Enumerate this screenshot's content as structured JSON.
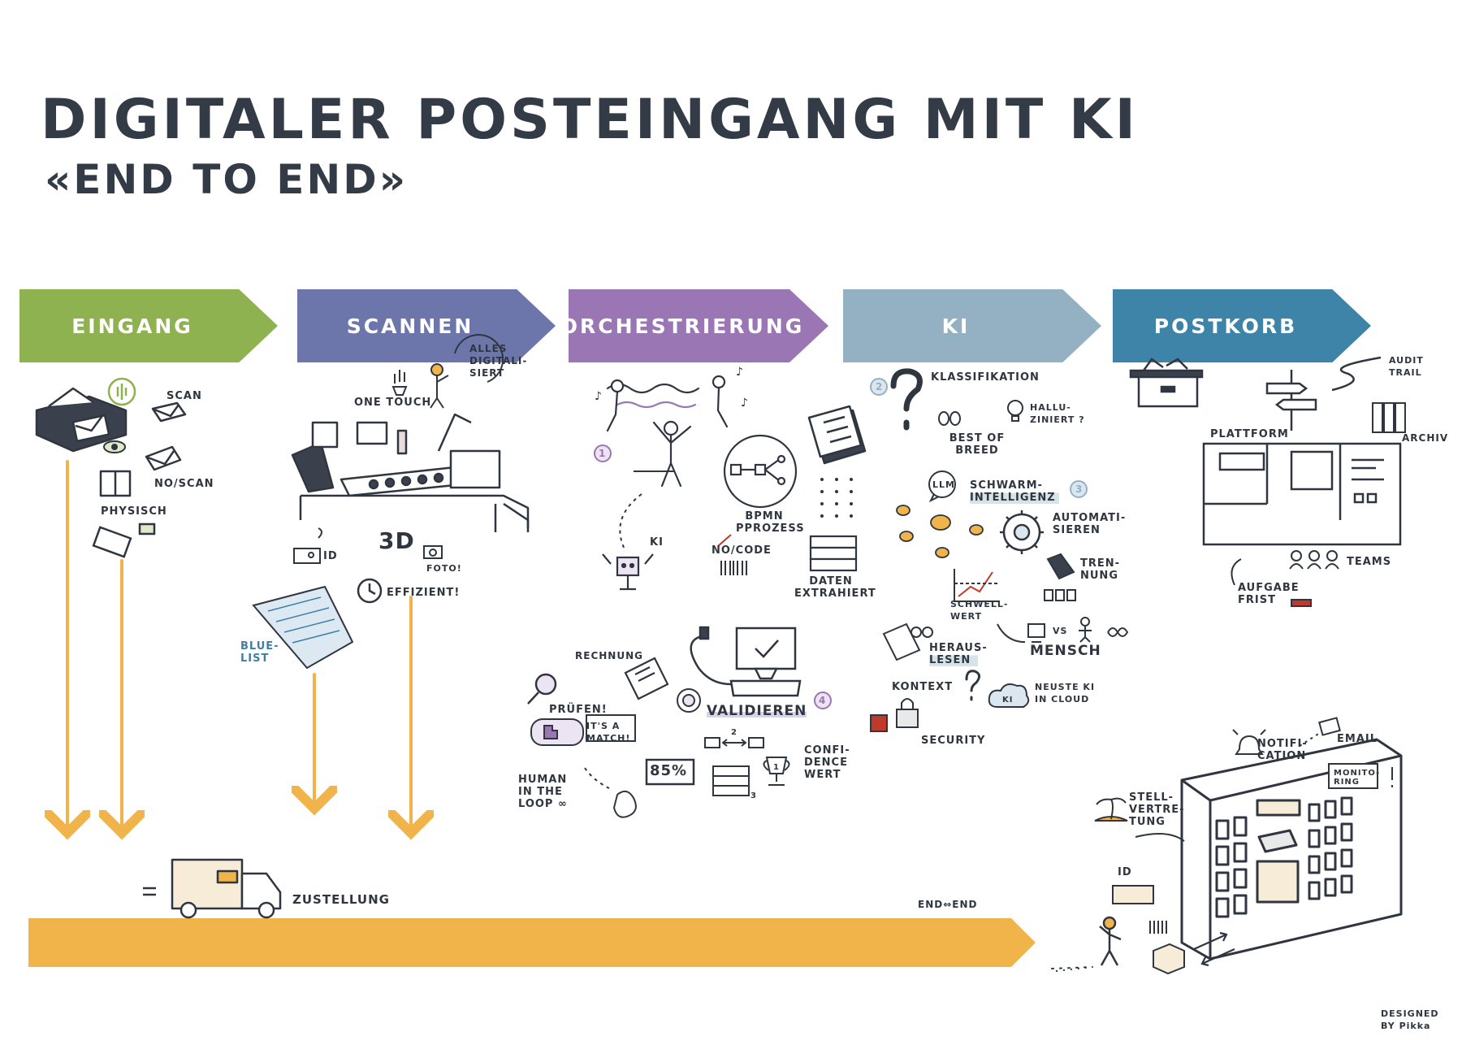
{
  "title": "DIGITALER POSTEINGANG MIT KI",
  "subtitle": "«END TO END»",
  "stages": [
    {
      "label": "EINGANG",
      "color": "#8fb250"
    },
    {
      "label": "SCANNEN",
      "color": "#6d76ab"
    },
    {
      "label": "ORCHESTRIERUNG",
      "color": "#9a76b4"
    },
    {
      "label": "KI",
      "color": "#94b1c4"
    },
    {
      "label": "POSTKORB",
      "color": "#3e84a8"
    }
  ],
  "eingang": {
    "scan": "SCAN",
    "no_scan": "NO/SCAN",
    "physisch": "PHYSISCH"
  },
  "scannen": {
    "one_touch": "ONE TOUCH",
    "alles_digitalisiert": "ALLES DIGITALI-SIERT",
    "id": "ID",
    "three_d": "3D",
    "foto": "FOTO!",
    "effizient": "EFFIZIENT!",
    "blue_list": "BLUE-LIST"
  },
  "orchestrierung": {
    "step1": "1",
    "ki": "KI",
    "bpmn": "BPMN PPROZESS",
    "no_code": "NO/CODE",
    "daten_extrahiert": "DATEN EXTRAHIERT",
    "rechnung": "RECHNUNG",
    "pruefen": "PRÜFEN!",
    "its_a_match": "IT'S A MATCH!",
    "validieren": "VALIDIEREN",
    "step4": "4",
    "confidence": "CONFI-DENCE WERT",
    "percent": "85%",
    "human_loop": "HUMAN IN THE LOOP ∞",
    "n1": "1",
    "n2": "2",
    "n3": "3"
  },
  "ki": {
    "step2": "2",
    "klassifikation": "KLASSIFIKATION",
    "best_of_breed": "BEST OF BREED",
    "halluziniert": "HALLU-ZINIERT ?",
    "llm": "LLM",
    "schwarm": "SCHWARM-INTELLIGENZ",
    "step3": "3",
    "automatisieren": "AUTOMATI-SIEREN",
    "trennung": "TREN-NUNG",
    "schwellwert": "SCHWELL-WERT",
    "vs": "VS",
    "mensch": "MENSCH",
    "herauslesen": "HERAUS-LESEN",
    "kontext": "KONTEXT",
    "neuste_ki": "NEUSTE KI IN CLOUD",
    "ki_cloud": "KI",
    "security": "SECURITY"
  },
  "postkorb": {
    "audit_trail": "AUDIT TRAIL",
    "archiv": "ARCHIV",
    "plattform": "PLATTFORM",
    "teams": "TEAMS",
    "aufgabe_frist": "AUFGABE FRIST",
    "notification": "NOTIFI-CATION",
    "email": "EMAIL",
    "monitoring": "MONITO-RING",
    "stellvertretung": "STELL-VERTRE-TUNG",
    "id": "ID"
  },
  "bottom": {
    "zustellung": "ZUSTELLUNG",
    "end_to_end": "END⇔END",
    "designed_by": "DESIGNED BY Pikka"
  },
  "colors": {
    "delivery_arrow": "#f0b44a",
    "ink": "#2f3640",
    "purple_highlight": "#d9d3ea"
  }
}
